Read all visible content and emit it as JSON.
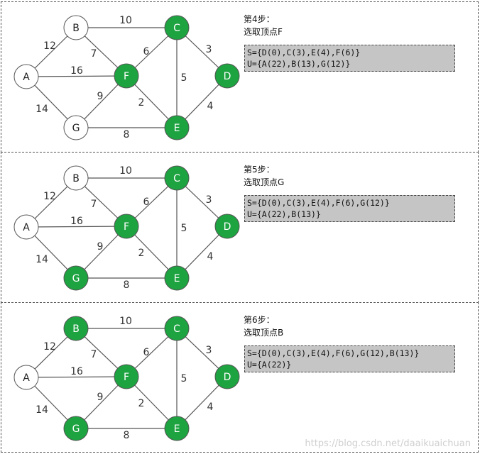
{
  "panels": [
    {
      "step": "第4步：",
      "action": "选取顶点F",
      "s_set": "S={D(0),C(3),E(4),F(6)}",
      "u_set": "U={A(22),B(13),G(12)}",
      "selected": [
        "C",
        "D",
        "E",
        "F"
      ]
    },
    {
      "step": "第5步：",
      "action": "选取顶点G",
      "s_set": "S={D(0),C(3),E(4),F(6),G(12)}",
      "u_set": "U={A(22),B(13)}",
      "selected": [
        "C",
        "D",
        "E",
        "F",
        "G"
      ]
    },
    {
      "step": "第6步：",
      "action": "选取顶点B",
      "s_set": "S={D(0),C(3),E(4),F(6),G(12),B(13)}",
      "u_set": "U={A(22)}",
      "selected": [
        "B",
        "C",
        "D",
        "E",
        "F",
        "G"
      ]
    }
  ],
  "graph": {
    "nodes": [
      "A",
      "B",
      "C",
      "D",
      "E",
      "F",
      "G"
    ],
    "edges": [
      {
        "from": "A",
        "to": "B",
        "weight": "12"
      },
      {
        "from": "A",
        "to": "F",
        "weight": "16"
      },
      {
        "from": "A",
        "to": "G",
        "weight": "14"
      },
      {
        "from": "B",
        "to": "C",
        "weight": "10"
      },
      {
        "from": "B",
        "to": "F",
        "weight": "7"
      },
      {
        "from": "F",
        "to": "C",
        "weight": "6"
      },
      {
        "from": "F",
        "to": "G",
        "weight": "9"
      },
      {
        "from": "F",
        "to": "E",
        "weight": "2"
      },
      {
        "from": "C",
        "to": "D",
        "weight": "3"
      },
      {
        "from": "C",
        "to": "E",
        "weight": "5"
      },
      {
        "from": "E",
        "to": "D",
        "weight": "4"
      },
      {
        "from": "G",
        "to": "E",
        "weight": "8"
      }
    ]
  },
  "colors": {
    "selected_fill": "#1ea341",
    "unselected_fill": "#ffffff",
    "node_stroke": "#555555",
    "edge": "#555555"
  },
  "watermark": "https://blog.csdn.net/daaikuaichuan"
}
